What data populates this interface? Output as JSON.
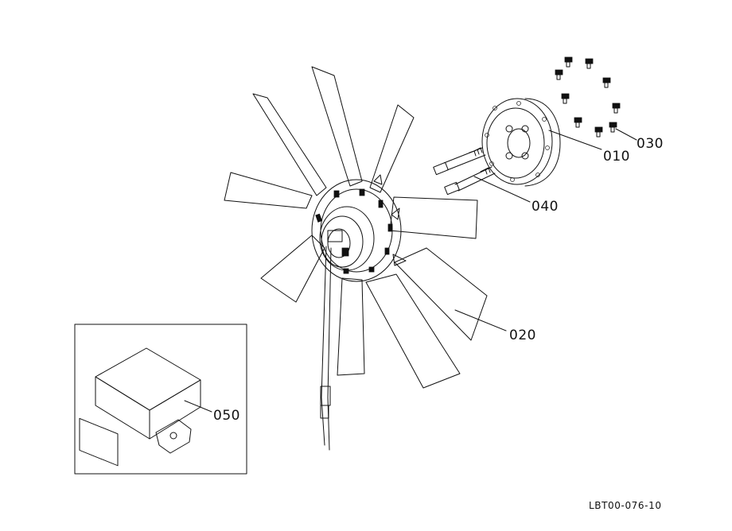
{
  "parts": {
    "p010": "010",
    "p020": "020",
    "p030": "030",
    "p040": "040",
    "p050": "050"
  },
  "drawing_code": "LBT00-076-10"
}
